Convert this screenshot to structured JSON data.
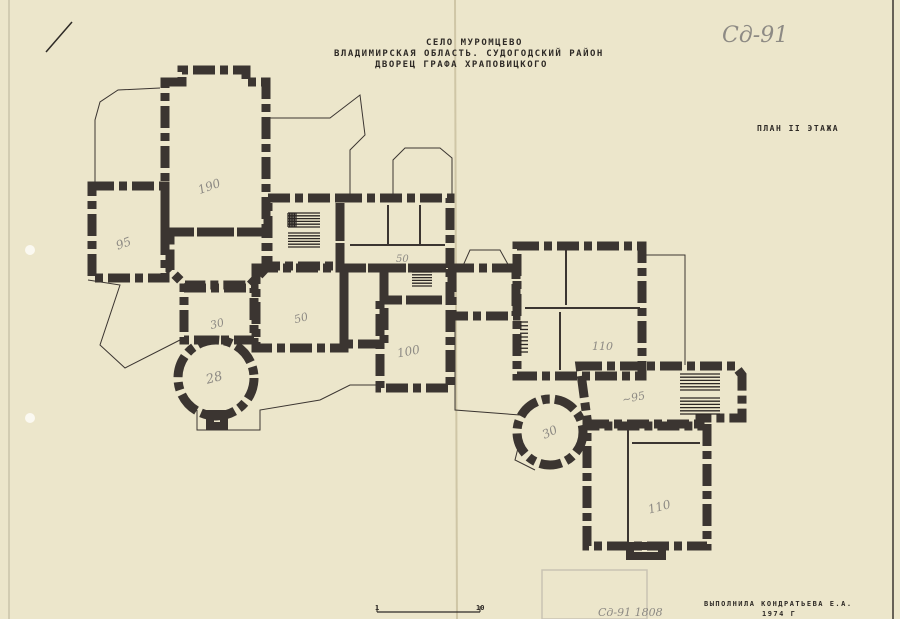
{
  "header": {
    "line1": "село Муромцево",
    "line2": "Владимирская область.   Судогодский район",
    "line3": "Дворец графа Храповицкого"
  },
  "sheet_label": "План II этажа",
  "archive_mark": "Сд-91",
  "archive_mark_bottom": "Сд-91 1808",
  "author": "Выполнила Кондратьева Е.А.",
  "year": "1974 г",
  "scale": {
    "start": "1",
    "end": "10"
  },
  "rooms": {
    "hall": "190",
    "left_room": "95",
    "vestibule_small": "30",
    "round_left": "28",
    "middle_room": "50",
    "corridor_top": "50",
    "room_100": "100",
    "right_room": "110",
    "corridor_right": "~95",
    "round_right": "30",
    "bottom_right_room": "110"
  },
  "colors": {
    "paper": "#ece6cb",
    "ink": "#3b3531",
    "pencil": "#8d8a84"
  }
}
